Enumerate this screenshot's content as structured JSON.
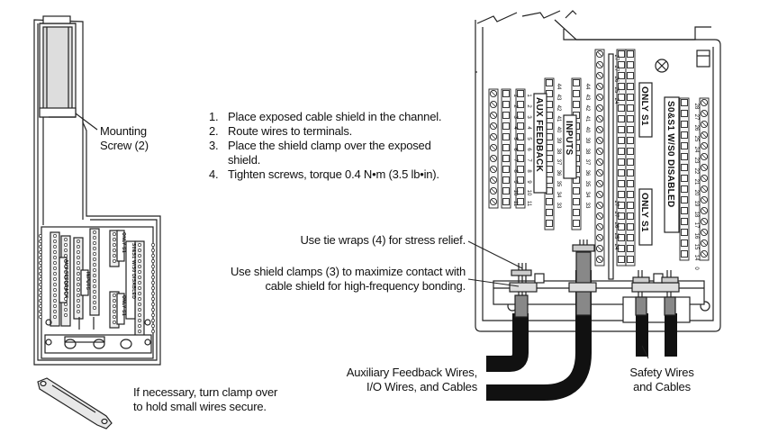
{
  "labels": {
    "mounting_screw": [
      "Mounting",
      "Screw (2)"
    ],
    "clamp_note": [
      "If necessary, turn clamp over",
      "to hold small wires secure."
    ],
    "tie_wraps": "Use tie wraps (4) for stress relief.",
    "shield_clamps": [
      "Use shield clamps (3) to maximize contact with",
      "cable shield for high-frequency bonding."
    ],
    "aux_wires": [
      "Auxiliary Feedback Wires,",
      "I/O Wires, and Cables"
    ],
    "safety_wires": [
      "Safety Wires",
      "and Cables"
    ]
  },
  "steps": [
    {
      "num": "1.",
      "text": "Place exposed cable shield in the channel."
    },
    {
      "num": "2.",
      "text": "Route wires to terminals."
    },
    {
      "num": "3.",
      "text": "Place the shield clamp over the exposed"
    },
    {
      "num": "",
      "text": "shield."
    },
    {
      "num": "4.",
      "text": "Tighten screws, torque 0.4 N•m (3.5 lb•in)."
    }
  ],
  "connectors": {
    "aux_feedback": {
      "name": "AUX FEEDBACK",
      "pins_left": [
        "1",
        "2",
        "3",
        "4",
        "5",
        "6",
        "7",
        "8",
        "9",
        "10",
        "11"
      ],
      "pins_right": [
        "1",
        "2",
        "3",
        "4",
        "5",
        "6",
        "7",
        "8",
        "9",
        "10",
        "11"
      ]
    },
    "inputs": {
      "name": "INPUTS",
      "pins_left": [
        "44",
        "43",
        "42",
        "41",
        "40",
        "39",
        "38",
        "37",
        "36",
        "35",
        "34",
        "33"
      ],
      "pins_right": [
        "44",
        "43",
        "42",
        "41",
        "40",
        "39",
        "38",
        "37",
        "36",
        "35",
        "34",
        "33"
      ]
    },
    "safety_top": {
      "name": "ONLY S1",
      "pins": [
        "27",
        "27",
        "26",
        "25",
        "24"
      ]
    },
    "safety_bottom": {
      "name": "ONLY S1",
      "pins": [
        "27",
        "27",
        "26",
        "25",
        "24"
      ]
    },
    "disabled": {
      "name": "S0&S1 W/S0 DISABLED",
      "pins": [
        "28",
        "27",
        "26",
        "25",
        "24",
        "23",
        "22",
        "21",
        "20",
        "19",
        "18",
        "17",
        "16",
        "15",
        "14",
        "0"
      ]
    }
  },
  "small_view": {
    "labels": [
      "AUX FEEDBACK",
      "INPUTS",
      "ONLY S1",
      "ONLY S1",
      "S0&S1 W/S0 DISABLED"
    ]
  }
}
